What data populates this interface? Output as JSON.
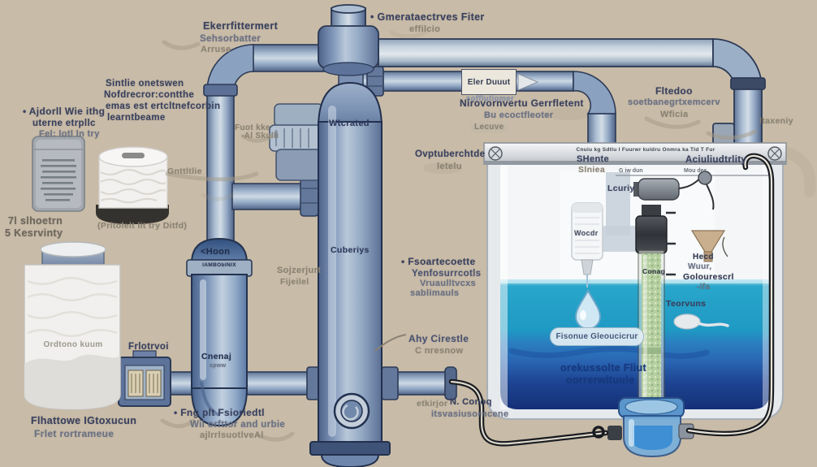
{
  "colors": {
    "background": "#c8bba7",
    "pipe_blue": "#8ba1c0",
    "pipe_dark_outline": "#2c3a56",
    "water_teal": "#1f9ac4",
    "water_royal": "#2a66b4",
    "water_navy": "#152f76",
    "media_green": "#b5cfa0",
    "label_navy": "#39415e",
    "label_gray": "#8b8373"
  },
  "labels": {
    "experiment": {
      "l1": "Ekerrfittermert",
      "l2": "Sehsorbatter",
      "l3": "Arruse"
    },
    "general_filter": {
      "l1": "• Gmerataectrves Fiter",
      "l2": "effilcio"
    },
    "sintlie": {
      "l1": "Sintlie onetswen",
      "l2": "Nofdrecror:contthe",
      "l3": "emas est ertcltnefcorbin",
      "l4": "learntbeame"
    },
    "adsorb": {
      "l1": "• Ajdorll Wie ithg",
      "l2": "uterne etrpllc",
      "l3": "Fel: lotl ln try"
    },
    "pouch_caption": {
      "l1": "7l slhoetrn",
      "l2": "5 Kesrvinty"
    },
    "roll_caption": "(Prltolelt lit try Ditfd)",
    "gnttltlie": "Gnttltlie",
    "fuot": {
      "l1": "Fuot kke",
      "l2": "-Al Skulli"
    },
    "white_cyl_text": "Ordtono kuum",
    "white_cyl_caption": {
      "l1": "Flhattowe IGtoxucun",
      "l2": "Frlet rortrameue"
    },
    "frlotrvoi": "Frlotrvoi",
    "hoon": "<Hoon",
    "collar_text": "lAMBOblNIX",
    "cnenaj": {
      "l1": "Cnenaj",
      "l2": "spww"
    },
    "fng": {
      "l1": "• Fng plt Fsioriedtl",
      "l2": "Wii orfttor and urbie",
      "l3": "ajlrrlsuotlveAl"
    },
    "wtcrated": "Wtcrated",
    "cuberiys": "Cuberiys",
    "sojzer": {
      "l1": "Sojzerjurt",
      "l2": "Fijeilel"
    },
    "eler_box": {
      "l1": "Eler Duuut",
      "l2": "sofflutiomer"
    },
    "niro": {
      "l1": "Nirovornvertu Gerrfletent",
      "l2": "Bu ecoctfleoter",
      "l3": "Lecuve"
    },
    "ovp": {
      "l1": "Ovptuberchtde",
      "l2": "letelu"
    },
    "fso": {
      "l1": "• Fsoartecoette",
      "l2": "Yenfosurrcotls",
      "l3": "Vruaulltvcxs",
      "l4": "sablimauls"
    },
    "ahy": {
      "l1": "Ahy Cirestle",
      "l2": "C nresnow"
    },
    "etk": {
      "l1": "etkirjor",
      "l2": "N. Conoq",
      "l3": "itsvasiusorncene"
    },
    "flted": {
      "l1": "Fltedoo",
      "l2": "soetbanegrtxemcerv",
      "l3": "Wficia"
    },
    "ltaxeniy": "ltaxeniy",
    "tank": {
      "rim_text": "Cnuiu kg Sdtlu I Fuurwr kuldru    Onmra ka Tld T Fur",
      "shente": "SHente",
      "slniea": "Slniea",
      "aciuli": "Aciuliudtrlity",
      "scale_left": "G iw dun",
      "scale_right": "Mou des",
      "lcuriy": "Lcuriy",
      "wocdr": "Wocdr",
      "conag": "Conag",
      "hecd": {
        "l1": "Hecd",
        "l2": "Wuur,",
        "l3": "Golourescrl",
        "l4": "-ifa"
      },
      "teorvuns": "Teorvuns",
      "banner": "Fisonue Gleoucicrur",
      "body_text": {
        "l1": "orekussolte Fliut",
        "l2": "oorrerwituuie"
      }
    }
  }
}
